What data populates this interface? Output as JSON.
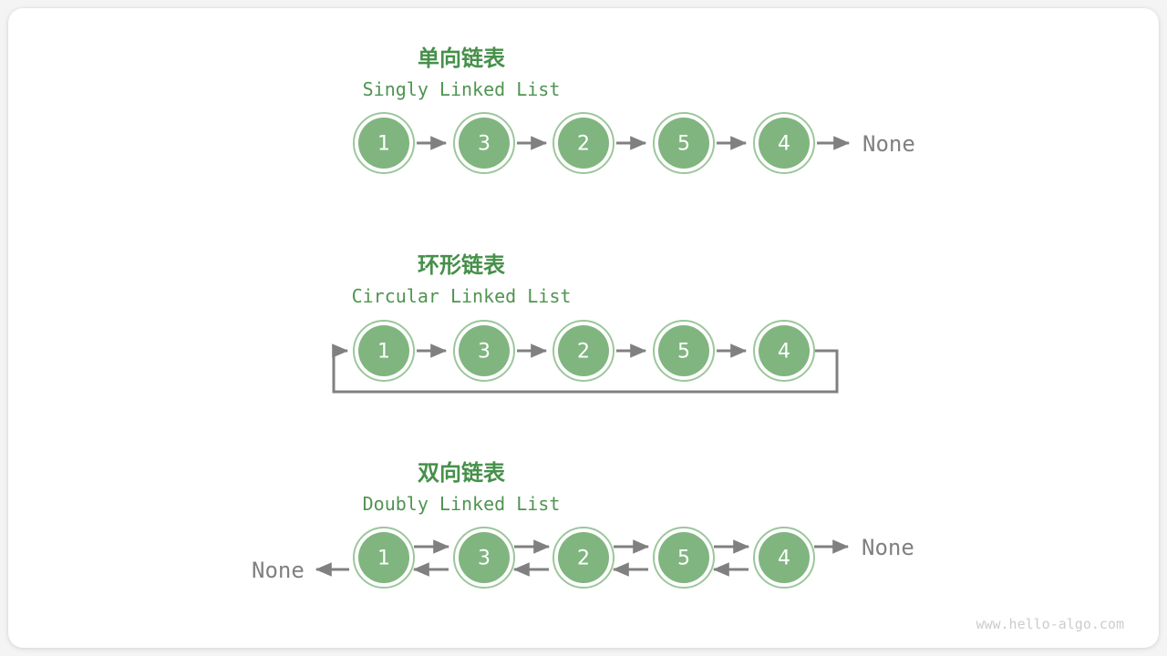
{
  "page": {
    "background_color": "#f4f4f4",
    "card_color": "#ffffff",
    "watermark": "www.hello-algo.com"
  },
  "palette": {
    "node_fill": "#80b580",
    "node_ring": "#9bc79b",
    "node_text": "#ffffff",
    "arrow": "#808080",
    "cn_title": "#46904a",
    "en_title": "#4f9451",
    "none_text": "#808080",
    "watermark": "#cccccc"
  },
  "sections": [
    {
      "id": "singly",
      "cn_title": "单向链表",
      "en_title": "Singly Linked List",
      "nodes": [
        "1",
        "3",
        "2",
        "5",
        "4"
      ],
      "tail_none": "None",
      "head_none": null,
      "circular": false,
      "bidirectional": false
    },
    {
      "id": "circular",
      "cn_title": "环形链表",
      "en_title": "Circular Linked List",
      "nodes": [
        "1",
        "3",
        "2",
        "5",
        "4"
      ],
      "tail_none": null,
      "head_none": null,
      "circular": true,
      "bidirectional": false
    },
    {
      "id": "doubly",
      "cn_title": "双向链表",
      "en_title": "Doubly Linked List",
      "nodes": [
        "1",
        "3",
        "2",
        "5",
        "4"
      ],
      "tail_none": "None",
      "head_none": "None",
      "circular": false,
      "bidirectional": true
    }
  ]
}
